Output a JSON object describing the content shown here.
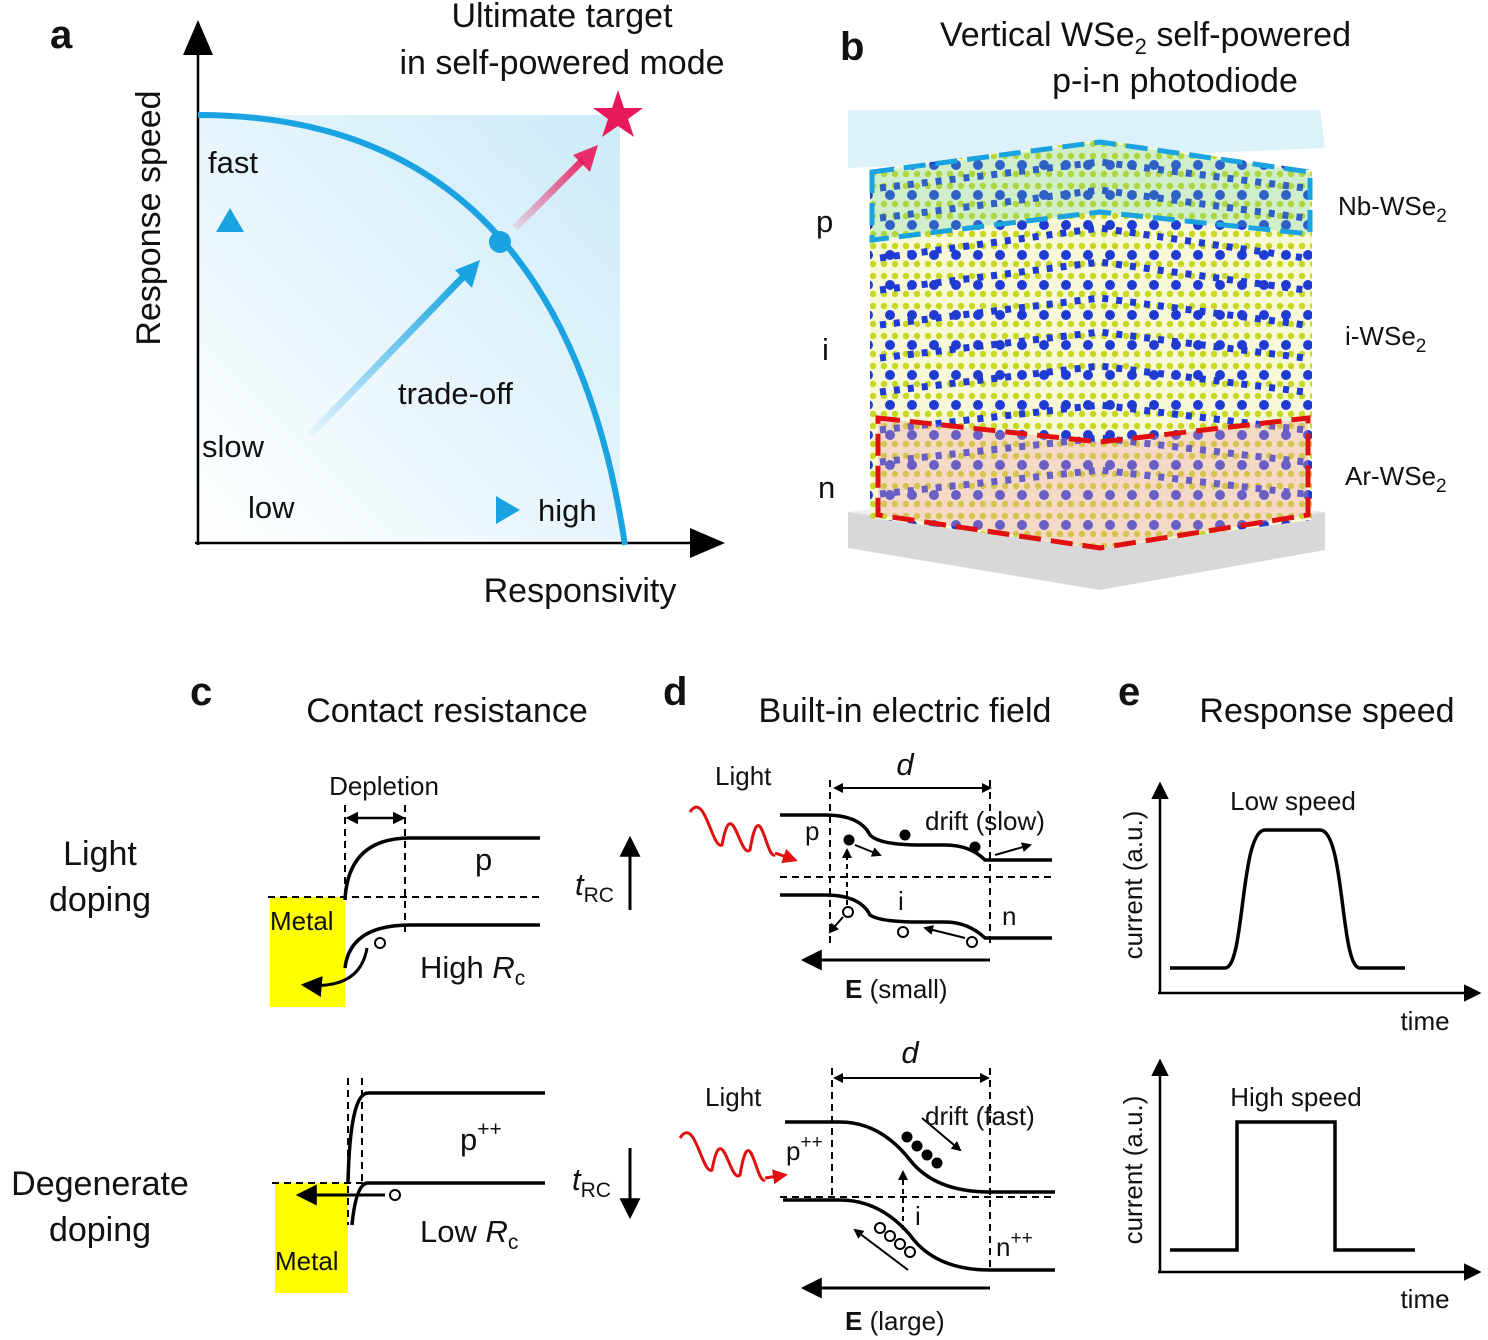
{
  "panel_a": {
    "label": "a",
    "target_line1": "Ultimate target",
    "target_line2": "in self-powered mode",
    "y_axis": "Response speed",
    "x_axis": "Responsivity",
    "fast": "fast",
    "slow": "slow",
    "low": "low",
    "high": "high",
    "tradeoff": "trade-off"
  },
  "panel_b": {
    "label": "b",
    "title_line1": "Vertical WSe",
    "title_sub": "2",
    "title_line1_rest": " self-powered",
    "title_line2": "p-i-n photodiode",
    "layer_p": "p",
    "layer_i": "i",
    "layer_n": "n",
    "mat_p": "Nb-WSe",
    "mat_i": "i-WSe",
    "mat_n": "Ar-WSe",
    "sub2": "2"
  },
  "panel_c": {
    "label": "c",
    "title": "Contact resistance",
    "row1_line1": "Light",
    "row1_line2": "doping",
    "row2_line1": "Degenerate",
    "row2_line2": "doping",
    "depletion": "Depletion",
    "metal": "Metal",
    "p": "p",
    "p_pp": "p",
    "pp_sup": "++",
    "high_rc": "High ",
    "low_rc": "Low ",
    "r": "R",
    "rc_sub": "c",
    "t": "t",
    "trc_sub": "RC"
  },
  "panel_d": {
    "label": "d",
    "title": "Built-in electric field",
    "light": "Light",
    "d": "d",
    "p": "p",
    "i": "i",
    "n": "n",
    "sup": "++",
    "drift_slow": "drift (slow)",
    "drift_fast": "drift (fast)",
    "E": "E",
    "small": " (small)",
    "large": " (large)"
  },
  "panel_e": {
    "label": "e",
    "title": "Response speed",
    "low_speed": "Low speed",
    "high_speed": "High speed",
    "y_axis": "current (a.u.)",
    "x_axis": "time"
  },
  "colors": {
    "curve_blue": "#1aa3e0",
    "star": "#e8195a",
    "metal": "#ffff00",
    "red_dash": "#e01010",
    "blue_dash": "#1aa3e0",
    "W_atom": "#1f3bd1",
    "Se_atom": "#c8d820"
  }
}
